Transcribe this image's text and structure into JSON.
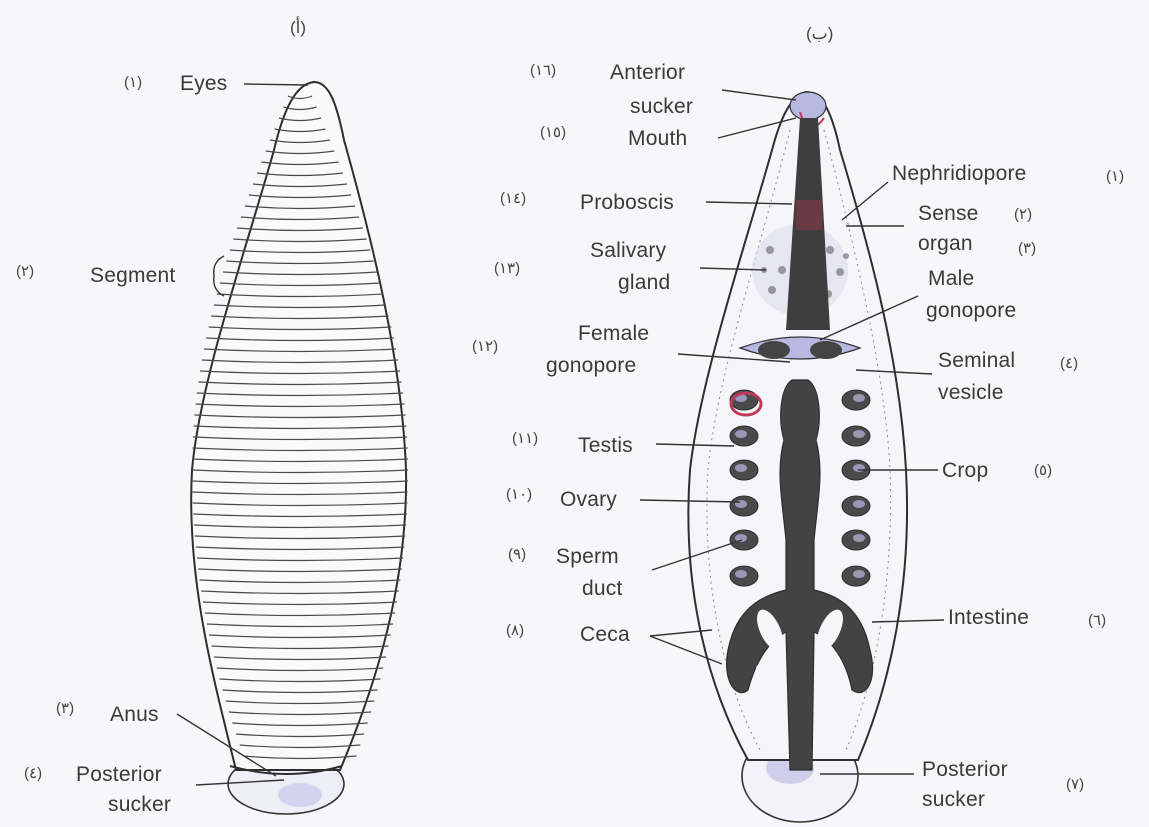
{
  "panels": {
    "left_header": "(أ)",
    "right_header": "(ب)"
  },
  "left_labels": {
    "eyes": {
      "num": "(١)",
      "text": "Eyes"
    },
    "segment": {
      "num": "(٢)",
      "text": "Segment"
    },
    "anus": {
      "num": "(٣)",
      "text": "Anus"
    },
    "posterior_sucker": {
      "num": "(٤)",
      "text_1": "Posterior",
      "text_2": "sucker"
    }
  },
  "right_labels": {
    "anterior_sucker": {
      "num": "(١٦)",
      "text_1": "Anterior",
      "text_2": "sucker"
    },
    "mouth": {
      "num": "(١٥)",
      "text": "Mouth"
    },
    "proboscis": {
      "num": "(١٤)",
      "text": "Proboscis"
    },
    "salivary_gland": {
      "num": "(١٣)",
      "text_1": "Salivary",
      "text_2": "gland"
    },
    "female_gonopore": {
      "num": "(١٢)",
      "text_1": "Female",
      "text_2": "gonopore"
    },
    "testis": {
      "num": "(١١)",
      "text": "Testis"
    },
    "ovary": {
      "num": "(١٠)",
      "text": "Ovary"
    },
    "sperm_duct": {
      "num": "(٩)",
      "text_1": "Sperm",
      "text_2": "duct"
    },
    "ceca": {
      "num": "(٨)",
      "text": "Ceca"
    },
    "nephridiopore": {
      "num": "(١)",
      "text": "Nephridiopore"
    },
    "sense_organ": {
      "num_1": "(٢)",
      "num_2": "(٣)",
      "text_1": "Sense",
      "text_2": "organ"
    },
    "male_gonopore": {
      "text_1": "Male",
      "text_2": "gonopore"
    },
    "seminal_vesicle": {
      "num": "(٤)",
      "text_1": "Seminal",
      "text_2": "vesicle"
    },
    "crop": {
      "num": "(٥)",
      "text": "Crop"
    },
    "intestine": {
      "num": "(٦)",
      "text": "Intestine"
    },
    "posterior_sucker": {
      "num": "(٧)",
      "text_1": "Posterior",
      "text_2": "sucker"
    }
  },
  "colors": {
    "ink": "#3a3a3a",
    "gut": "#454545",
    "sucker_tint": "#b9b8e3",
    "testis_red": "#c0395a",
    "paper": "#f7f7f9"
  }
}
